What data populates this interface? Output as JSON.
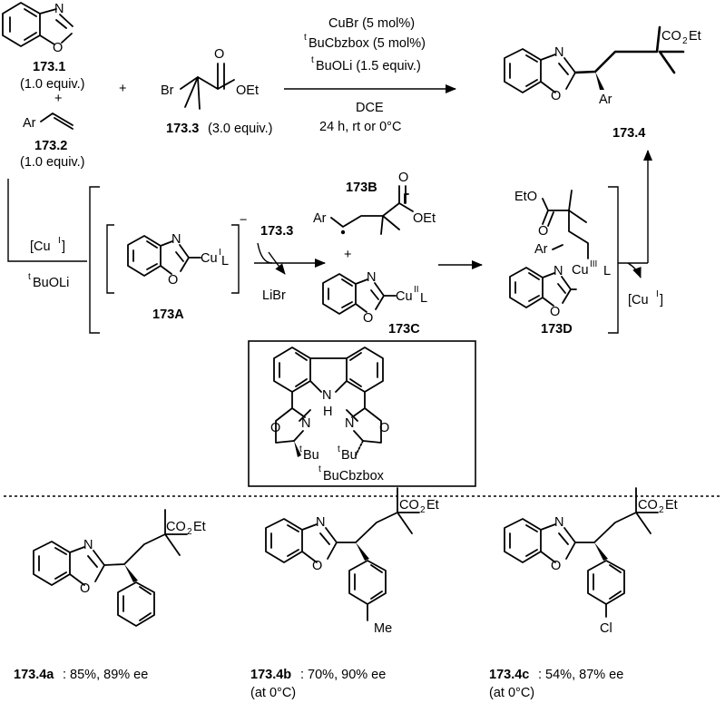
{
  "compounds": {
    "c1": {
      "id": "173.1",
      "equiv": "(1.0 equiv.)"
    },
    "c2": {
      "id": "173.2",
      "equiv": "(1.0 equiv.)"
    },
    "c3": {
      "id": "173.3",
      "equiv": "(3.0 equiv.)"
    },
    "c4": {
      "id": "173.4"
    },
    "cA": {
      "id": "173A"
    },
    "cB": {
      "id": "173B"
    },
    "cC": {
      "id": "173C"
    },
    "cD": {
      "id": "173D"
    }
  },
  "conditions": {
    "line1": "CuBr (5 mol%)",
    "line2_sup": "t",
    "line2": "BuCbzbox (5 mol%)",
    "line3_sup": "t",
    "line3": "BuOLi (1.5 equiv.)",
    "line4": "DCE",
    "line5": "24 h, rt or 0°C"
  },
  "atoms": {
    "N": "N",
    "O": "O",
    "Br": "Br",
    "Ar": "Ar",
    "OEt": "OEt",
    "EtO": "EtO",
    "CO2Et_a": "CO",
    "CO2Et_sub": "2",
    "CO2Et_b": "Et",
    "plus": "+",
    "minus": "−",
    "H": "H",
    "Me": "Me",
    "Cl": "Cl",
    "Cu": "Cu",
    "L": "L",
    "sup_I": "I",
    "sup_II": "II",
    "sup_III": "III",
    "LiBr": "LiBr",
    "tBu_sup": "t",
    "tBu": "Bu"
  },
  "mechanism": {
    "cu_cat_open": "[Cu",
    "cu_cat_close": "]",
    "base_sup": "t",
    "base": "BuOLi"
  },
  "ligand": {
    "name_sup": "t",
    "name": "BuCbzbox"
  },
  "results": [
    {
      "id": "173.4a",
      "text": ": 85%, 89% ee",
      "note": ""
    },
    {
      "id": "173.4b",
      "text": ": 70%, 90% ee",
      "note": "(at 0°C)"
    },
    {
      "id": "173.4c",
      "text": ": 54%, 87% ee",
      "note": "(at 0°C)"
    }
  ]
}
